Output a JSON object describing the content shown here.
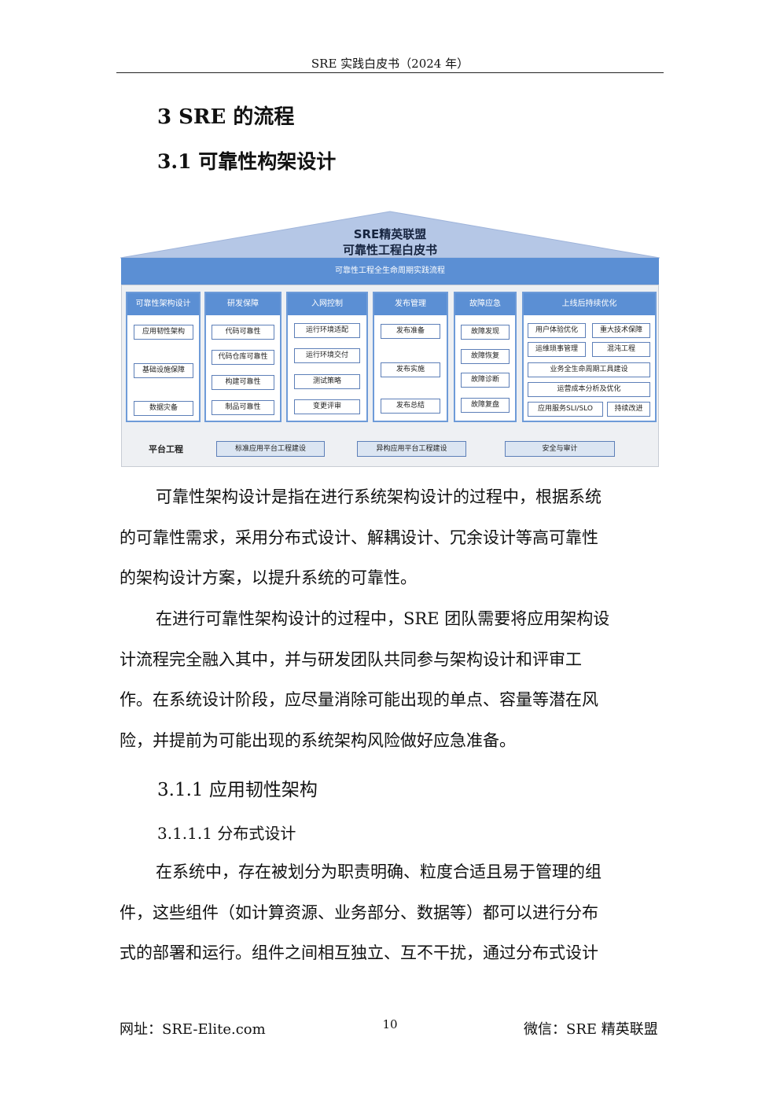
{
  "header": {
    "title": "SRE 实践白皮书（2024 年）"
  },
  "headings": {
    "h1": "3  SRE 的流程",
    "h2": "3.1  可靠性构架设计",
    "h3": "3.1.1  应用韧性架构",
    "h4": "3.1.1.1  分布式设计"
  },
  "diagram": {
    "title_line1": "SRE精英联盟",
    "title_line2": "可靠性工程白皮书",
    "band": "可靠性工程全生命周期实践流程",
    "columns": [
      {
        "head": "可靠性架构设计",
        "items": [
          "应用韧性架构",
          "基础设施保障",
          "数据灾备"
        ]
      },
      {
        "head": "研发保障",
        "items": [
          "代码可靠性",
          "代码仓库可靠性",
          "构建可靠性",
          "制品可靠性"
        ]
      },
      {
        "head": "入网控制",
        "items": [
          "运行环境适配",
          "运行环境交付",
          "测试策略",
          "变更评审"
        ]
      },
      {
        "head": "发布管理",
        "items": [
          "发布准备",
          "发布实施",
          "发布总结"
        ]
      },
      {
        "head": "故障应急",
        "items": [
          "故障发现",
          "故障恢复",
          "故障诊断",
          "故障复盘"
        ]
      },
      {
        "head": "上线后持续优化",
        "items": [
          "用户体验优化",
          "重大技术保障",
          "运维琐事管理",
          "混沌工程",
          "业务全生命周期工具建设",
          "运营成本分析及优化",
          "应用服务SLI/SLO",
          "持续改进"
        ]
      }
    ],
    "platform": {
      "label": "平台工程",
      "items": [
        "标准应用平台工程建设",
        "异构应用平台工程建设",
        "安全与审计"
      ]
    },
    "colors": {
      "band": "#5b8fd4",
      "roof": "#b5c7e6",
      "border": "#6e9bd8"
    }
  },
  "paragraphs": [
    {
      "lines": [
        "可靠性架构设计是指在进行系统架构设计的过程中，根据系统",
        "的可靠性需求，采用分布式设计、解耦设计、冗余设计等高可靠性",
        "的架构设计方案，以提升系统的可靠性。"
      ]
    },
    {
      "lines": [
        "在进行可靠性架构设计的过程中，SRE 团队需要将应用架构设",
        "计流程完全融入其中，并与研发团队共同参与架构设计和评审工",
        "作。在系统设计阶段，应尽量消除可能出现的单点、容量等潜在风",
        "险，并提前为可能出现的系统架构风险做好应急准备。"
      ]
    },
    {
      "lines": [
        "在系统中，存在被划分为职责明确、粒度合适且易于管理的组",
        "件，这些组件（如计算资源、业务部分、数据等）都可以进行分布",
        "式的部署和运行。组件之间相互独立、互不干扰，通过分布式设计"
      ]
    }
  ],
  "footer": {
    "left": "网址：SRE-Elite.com",
    "page": "10",
    "right": "微信：SRE 精英联盟"
  }
}
